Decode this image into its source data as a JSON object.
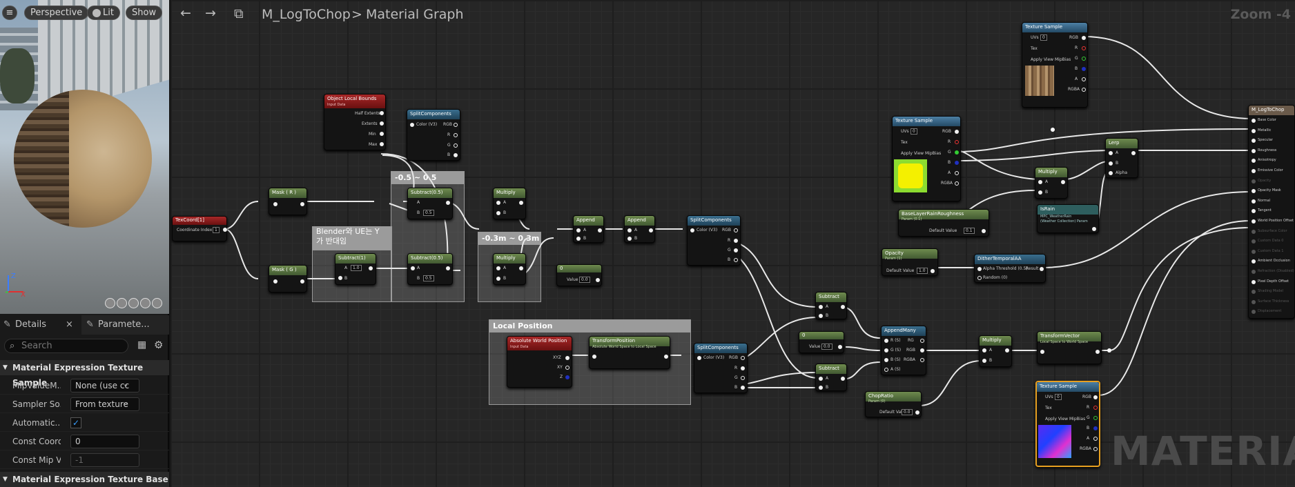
{
  "viewport": {
    "perspective": "Perspective",
    "lit": "Lit",
    "show": "Show"
  },
  "panel": {
    "tab_details": "Details",
    "tab_params": "Paramete...",
    "search_placeholder": "Search",
    "section1": "Material Expression Texture Sample",
    "props": [
      {
        "label": "MipValueM...",
        "value": "None (use cc"
      },
      {
        "label": "Sampler So...",
        "value": "From texture"
      },
      {
        "label": "Automatic...",
        "value": "✓"
      },
      {
        "label": "Const Coord...",
        "value": "0"
      },
      {
        "label": "Const Mip V...",
        "value": "-1"
      }
    ],
    "section2": "Material Expression Texture Base"
  },
  "graph": {
    "breadcrumb_asset": "M_LogToChop",
    "breadcrumb_sep": ">",
    "breadcrumb_graph": "Material Graph",
    "zoom": "Zoom -4",
    "watermark": "MATERIAL"
  },
  "comments": {
    "range1": "-0.5 ~ 0.5",
    "blender": "Blender와 UE는 Y",
    "blender2": "가 반대임",
    "range2": "-0.3m ~ 0.3m",
    "local": "Local Position"
  },
  "nodes": {
    "texcoord": {
      "title": "TexCoord[1]",
      "pin": "Coordinate Index",
      "val": "1"
    },
    "bounds": {
      "title": "Object Local Bounds",
      "sub": "Input Data",
      "pins": [
        "Half Extents",
        "Extents",
        "Min",
        "Max"
      ]
    },
    "split1": {
      "title": "SplitComponents",
      "pins": [
        "Color (V3)",
        "RGB",
        "R",
        "G",
        "B"
      ]
    },
    "maskR": {
      "title": "Mask ( R )"
    },
    "maskG": {
      "title": "Mask ( G )"
    },
    "sub05a": {
      "title": "Subtract(0.5)",
      "a": "A",
      "b": "B",
      "bval": "0.5"
    },
    "sub1": {
      "title": "Subtract(1)",
      "a": "A",
      "aval": "1.0",
      "b": "B"
    },
    "sub05b": {
      "title": "Subtract(0.5)",
      "a": "A",
      "b": "B",
      "bval": "0.5"
    },
    "mul1": {
      "title": "Multiply",
      "a": "A",
      "b": "B"
    },
    "mul2": {
      "title": "Multiply",
      "a": "A",
      "b": "B"
    },
    "const0": {
      "title": "0",
      "pin": "Value",
      "val": "0.0"
    },
    "append1": {
      "title": "Append",
      "a": "A",
      "b": "B"
    },
    "append2": {
      "title": "Append",
      "a": "A",
      "b": "B"
    },
    "split2": {
      "title": "SplitComponents",
      "pins": [
        "Color (V3)",
        "RGB",
        "R",
        "G",
        "B"
      ]
    },
    "awp": {
      "title": "Absolute World Position",
      "sub": "Input Data",
      "pins": [
        "XYZ",
        "XY",
        "Z"
      ]
    },
    "tpos": {
      "title": "TransformPosition",
      "sub": "Absolute World Space to Local Space"
    },
    "split3": {
      "title": "SplitComponents",
      "pins": [
        "Color (V3)",
        "RGB",
        "R",
        "G",
        "B"
      ]
    },
    "subt1": {
      "title": "Subtract",
      "a": "A",
      "b": "B"
    },
    "subt2": {
      "title": "Subtract",
      "a": "A",
      "b": "B"
    },
    "const2": {
      "title": "0",
      "pin": "Value",
      "val": "0.0"
    },
    "appendmany": {
      "title": "AppendMany",
      "pins": [
        "R (S)",
        "G (S)",
        "B (S)",
        "A (S)",
        "RG",
        "RGB",
        "RGBA"
      ]
    },
    "chop": {
      "title": "ChopRatio",
      "sub": "Param (0)",
      "pin": "Default Value",
      "val": "0.0"
    },
    "mul3": {
      "title": "Multiply",
      "a": "A",
      "b": "B"
    },
    "tvec": {
      "title": "TransformVector",
      "sub": "Local Space to World Space"
    },
    "tex1": {
      "title": "Texture Sample",
      "pins": [
        "UVs",
        "Tex",
        "Apply View MipBias"
      ],
      "uv": "0",
      "outs": [
        "RGB",
        "R",
        "G",
        "B",
        "A",
        "RGBA"
      ]
    },
    "tex2": {
      "title": "Texture Sample",
      "pins": [
        "UVs",
        "Tex",
        "Apply View MipBias"
      ],
      "uv": "0",
      "outs": [
        "RGB",
        "R",
        "G",
        "B",
        "A",
        "RGBA"
      ]
    },
    "tex3": {
      "title": "Texture Sample",
      "pins": [
        "UVs",
        "Tex",
        "Apply View MipBias"
      ],
      "uv": "0",
      "outs": [
        "RGB",
        "R",
        "G",
        "B",
        "A",
        "RGBA"
      ]
    },
    "baserough": {
      "title": "BaseLayerRainRoughness",
      "sub": "Param (0.1)",
      "pin": "Default Value",
      "val": "0.1"
    },
    "mul4": {
      "title": "Multiply",
      "a": "A",
      "b": "B"
    },
    "israin": {
      "title": "IsRain",
      "sub": "MPC_WeatherRain",
      "sub2": "(Weather Collection) Param"
    },
    "lerp": {
      "title": "Lerp",
      "pins": [
        "A",
        "B",
        "Alpha"
      ]
    },
    "opacity": {
      "title": "Opacity",
      "sub": "Param (1)",
      "pin": "Default Value",
      "val": "1.0"
    },
    "dither": {
      "title": "DitherTemporalAA",
      "pins": [
        "Alpha Threshold (0.5)",
        "Random (0)"
      ],
      "out": "Result"
    },
    "result": {
      "title": "M_LogToChop",
      "pins": [
        "Base Color",
        "Metallic",
        "Specular",
        "Roughness",
        "Anisotropy",
        "Emissive Color",
        "Opacity",
        "Opacity Mask",
        "Normal",
        "Tangent",
        "World Position Offset",
        "Subsurface Color",
        "Custom Data 0",
        "Custom Data 1",
        "Ambient Occlusion",
        "Refraction (Disabled)",
        "Pixel Depth Offset",
        "Shading Model",
        "Surface Thickness",
        "Displacement"
      ]
    }
  }
}
